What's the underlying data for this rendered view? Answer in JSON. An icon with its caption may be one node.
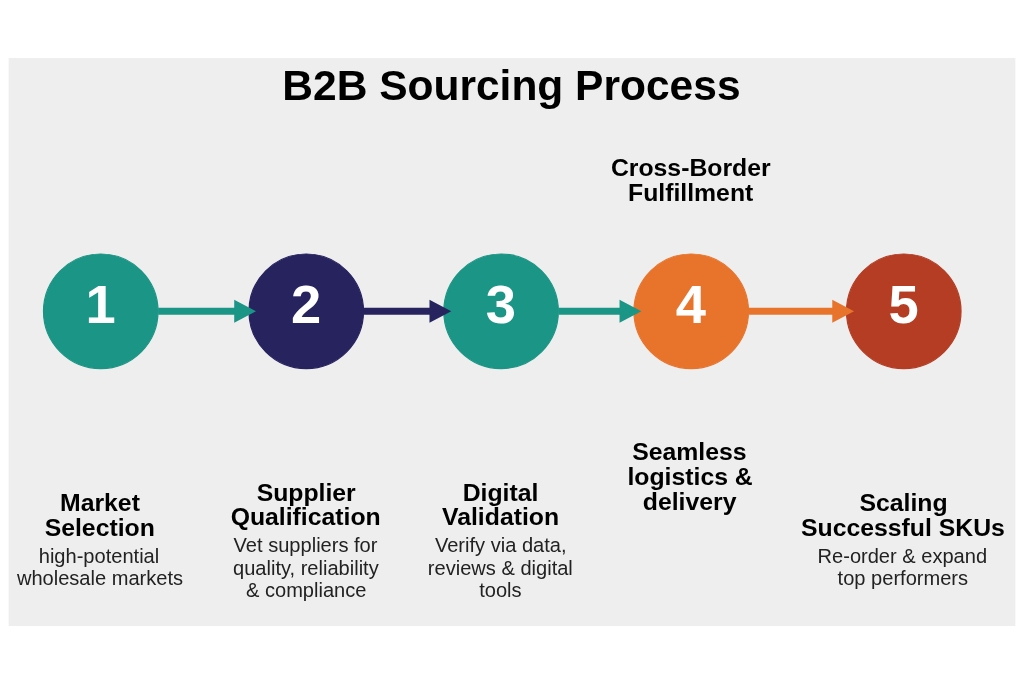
{
  "diagram": {
    "title": "B2B Sourcing Process",
    "nodes": [
      {
        "text": [
          "1"
        ],
        "beside": [
          "Market Selection",
          "high-potential wholesale markets"
        ]
      },
      {
        "text": [
          "2"
        ],
        "beside": [
          "Supplier Qualification",
          "Vet suppliers for quality, reliability & compliance"
        ]
      },
      {
        "text": [
          "3"
        ],
        "beside": [
          "Digital Validation",
          "Verify via data, reviews & digital tools"
        ]
      },
      {
        "text": [
          "4"
        ],
        "beside": [
          "Cross-Border Fulfillment",
          "Seamless logistics & delivery"
        ]
      },
      {
        "text": [
          "5"
        ],
        "beside": [
          "Scaling Successful SKUs",
          "Re-order & expand top performers"
        ]
      }
    ],
    "edges": [
      {
        "from": 0,
        "to": 1,
        "arrow": "to",
        "color": "#1b9585"
      },
      {
        "from": 1,
        "to": 2,
        "arrow": "to",
        "color": "#27235f"
      },
      {
        "from": 2,
        "to": 3,
        "arrow": "to",
        "color": "#1b9585"
      },
      {
        "from": 3,
        "to": 4,
        "arrow": "to",
        "color": "#e8742c"
      }
    ]
  }
}
